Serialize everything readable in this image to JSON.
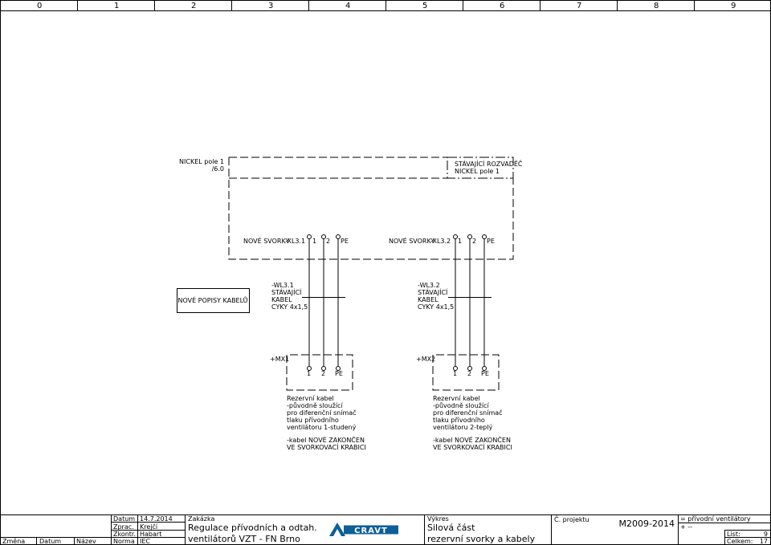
{
  "ruler": {
    "columns": [
      "0",
      "1",
      "2",
      "3",
      "4",
      "5",
      "6",
      "7",
      "8",
      "9"
    ]
  },
  "source": {
    "ref_line1": "NICKEL pole 1",
    "ref_line2": "/6.0",
    "existing_panel_line1": "STÁVAJÍCÍ ROZVADĚČ",
    "existing_panel_line2": "NICKEL pole 1"
  },
  "terminal_strips": [
    {
      "label": "NOVÉ SVORKY",
      "id": "-XL3.1",
      "terminals": [
        "1",
        "2",
        "PE"
      ]
    },
    {
      "label": "NOVÉ SVORKY",
      "id": "-XL3.2",
      "terminals": [
        "1",
        "2",
        "PE"
      ]
    }
  ],
  "cable_note": "NOVÉ POPISY KABELŮ",
  "cables": [
    {
      "id": "-WL3.1",
      "line1": "STÁVAJÍCÍ",
      "line2": "KABEL",
      "line3": "CYKY 4x1,5"
    },
    {
      "id": "-WL3.2",
      "line1": "STÁVAJÍCÍ",
      "line2": "KABEL",
      "line3": "CYKY 4x1,5"
    }
  ],
  "boxes": [
    {
      "id": "+MX1",
      "terminals": [
        "1",
        "2",
        "PE"
      ],
      "note": [
        "Rezervní kabel",
        "-původně sloužící",
        "pro diferenční snímač",
        "tlaku přívodního",
        "ventilátoru 1-studený"
      ],
      "note2": [
        "-kabel NOVÉ ZAKONČEN",
        "VE SVORKOVACÍ KRABICI"
      ]
    },
    {
      "id": "+MX2",
      "terminals": [
        "1",
        "2",
        "PE"
      ],
      "note": [
        "Rezervní kabel",
        "-původně sloužící",
        "pro diferenční snímač",
        "tlaku přívodního",
        "ventilátoru 2-teplý"
      ],
      "note2": [
        "-kabel NOVÉ ZAKONČEN",
        "VE SVORKOVACÍ KRABICI"
      ]
    }
  ],
  "title_block": {
    "change_label": "Změna",
    "date_label": "Datum",
    "name_label": "Název",
    "datum_label": "Datum",
    "datum_value": "14.7.2014",
    "zprac_label": "Zprac.",
    "zprac_value": "Krejčí",
    "zkontr_label": "Zkontr.",
    "zkontr_value": "Habart",
    "norma_label": "Norma",
    "norma_value": "IEC",
    "zakazka_label": "Zakázka",
    "zakazka_line1": "Regulace přívodních a odtah.",
    "zakazka_line2": "ventilátorů VZT - FN Brno",
    "logo_text": "CRAVT",
    "vykres_label": "Výkres",
    "vykres_line1": "Silová část",
    "vykres_line2": "rezervní svorky a kabely",
    "projekt_label": "Č. projektu",
    "projekt_value": "M2009-2014",
    "func_line1": "= přívodní ventilátory",
    "func_line2": "+ --",
    "list_label": "List:",
    "list_value": "9",
    "celkem_label": "Celkem:",
    "celkem_value": "17"
  },
  "colors": {
    "logo": "#0d5f96",
    "line": "#000000"
  }
}
